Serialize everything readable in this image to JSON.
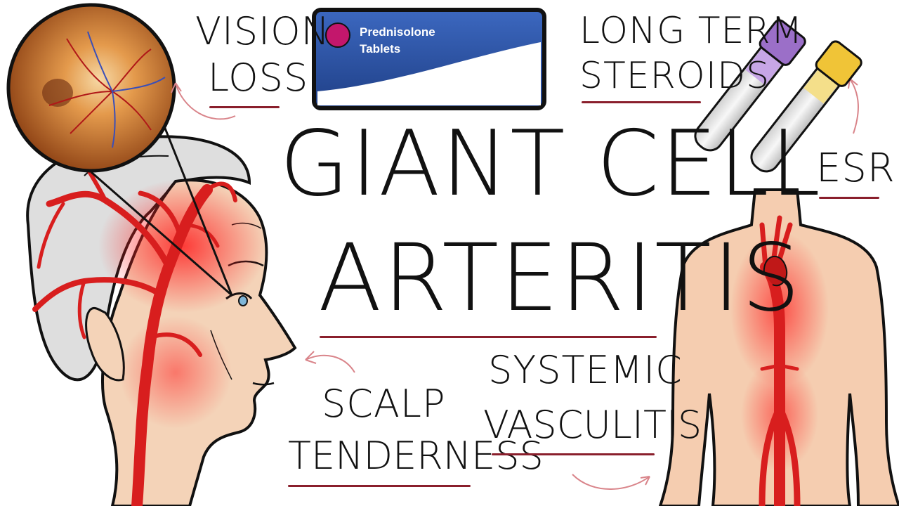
{
  "title": {
    "line1": "GIANT CELL",
    "line2": "ARTERITIS"
  },
  "labels": {
    "vision_loss": {
      "line1": "VISION",
      "line2": "LOSS"
    },
    "long_term_steroids": {
      "line1": "LONG TERM",
      "line2": "STEROIDS"
    },
    "esr": "ESR",
    "scalp_tenderness": {
      "line1": "SCALP",
      "line2": "TENDERNESS"
    },
    "systemic_vasculitis": {
      "line1": "SYSTEMIC",
      "line2": "VASCULITIS"
    }
  },
  "medication_box": {
    "line1": "Prednisolone",
    "line2": "Tablets"
  },
  "colors": {
    "underline": "#8a1f2c",
    "artery_red": "#e0201f",
    "box_blue": "#2a4f9e",
    "tube_purple": "#9b6fc8",
    "tube_yellow": "#f0c437",
    "skin": "#f5cdb0",
    "hair": "#dcdcdc"
  }
}
